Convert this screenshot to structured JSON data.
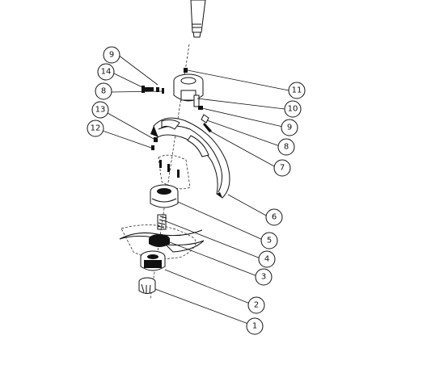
{
  "diagram": {
    "callouts": [
      {
        "id": "c-9-left",
        "label": "9"
      },
      {
        "id": "c-14",
        "label": "14"
      },
      {
        "id": "c-8-left",
        "label": "8"
      },
      {
        "id": "c-13",
        "label": "13"
      },
      {
        "id": "c-12",
        "label": "12"
      },
      {
        "id": "c-11",
        "label": "11"
      },
      {
        "id": "c-10",
        "label": "10"
      },
      {
        "id": "c-9-right",
        "label": "9"
      },
      {
        "id": "c-8-right",
        "label": "8"
      },
      {
        "id": "c-7",
        "label": "7"
      },
      {
        "id": "c-6",
        "label": "6"
      },
      {
        "id": "c-5",
        "label": "5"
      },
      {
        "id": "c-4",
        "label": "4"
      },
      {
        "id": "c-3",
        "label": "3"
      },
      {
        "id": "c-2",
        "label": "2"
      },
      {
        "id": "c-1",
        "label": "1"
      }
    ],
    "colors": {
      "ink": "#111111",
      "paper": "#ffffff"
    }
  }
}
